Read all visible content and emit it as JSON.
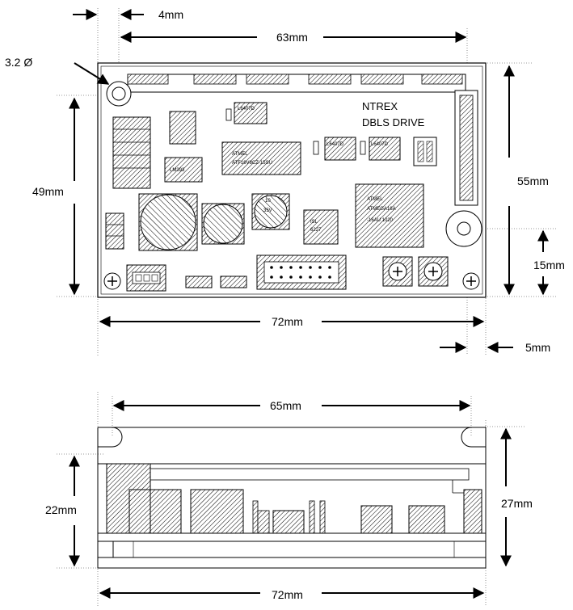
{
  "top_view": {
    "dimensions": {
      "hole_offset": "4mm",
      "hole_pitch": "63mm",
      "hole_diameter": "3.2 Ø",
      "left_height": "49mm",
      "right_height": "55mm",
      "hole_height": "15mm",
      "overall_width": "72mm",
      "edge_offset": "5mm"
    },
    "board": {
      "brand": "NTREX",
      "product": "DBLS DRIVE"
    },
    "chips": {
      "regulator_1": "L6407D",
      "regulator_2": "L6407D",
      "regulator_3": "L6407D",
      "cpld_line1": "ATMEL",
      "cpld_line2": "ATF16V8CZ-15SU",
      "lm_chip": "LM393",
      "mcu_line1": "ATMEL",
      "mcu_line2": "ATMEGA16A",
      "mcu_line3": "-16AU 1020",
      "cap_value": "10",
      "cap_voltage": "35V",
      "ic_small_1": "ISL",
      "ic_small_2": "6227"
    }
  },
  "side_view": {
    "dimensions": {
      "hole_pitch": "65mm",
      "left_height": "22mm",
      "right_height": "27mm",
      "overall_width": "72mm"
    }
  }
}
